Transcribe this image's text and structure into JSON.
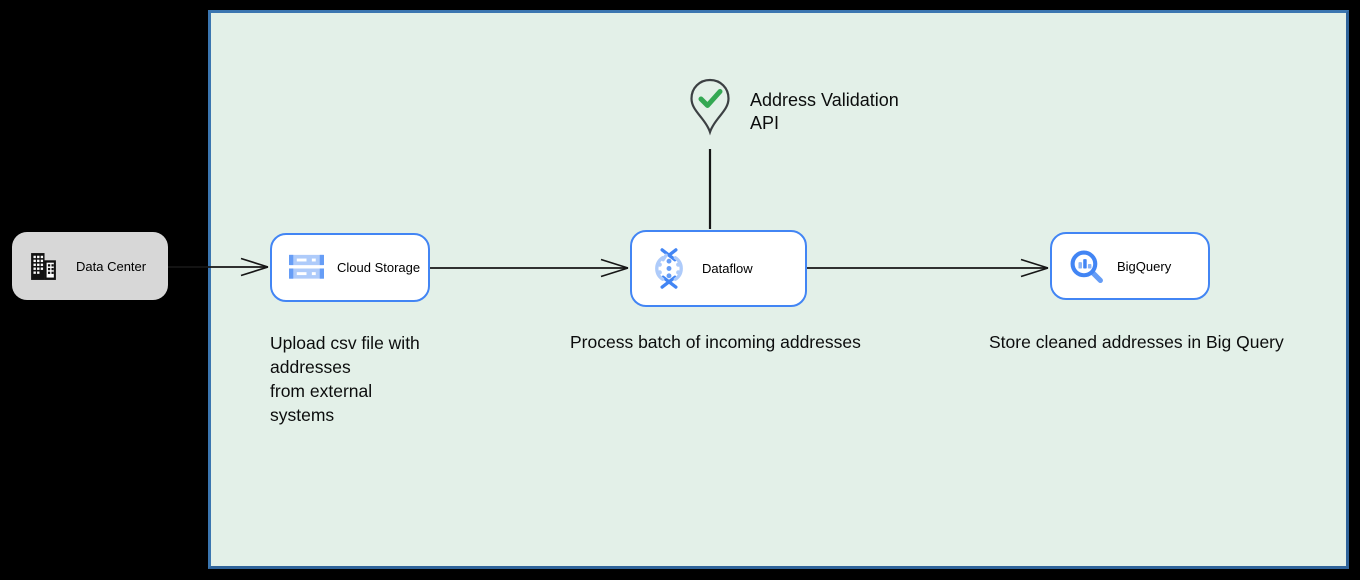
{
  "diagram": {
    "nodes": {
      "data_center": {
        "label": "Data Center"
      },
      "cloud_storage": {
        "label": "Cloud Storage"
      },
      "dataflow": {
        "label": "Dataflow"
      },
      "bigquery": {
        "label": "BigQuery"
      }
    },
    "annotations": {
      "address_validation_api": "Address Validation\nAPI",
      "upload_caption": "Upload csv file with\naddresses\nfrom external\nsystems",
      "process_caption": "Process batch of incoming addresses",
      "store_caption": "Store cleaned addresses in Big Query"
    },
    "icons": {
      "data_center": "building-icon",
      "cloud_storage": "cloud-storage-icon",
      "dataflow": "dataflow-icon",
      "bigquery": "bigquery-icon",
      "address_validation": "map-pin-check-icon"
    },
    "colors": {
      "page_bg": "#000000",
      "board_bg": "#e3f0e8",
      "board_border": "#3b76b0",
      "node_border": "#4285f4",
      "node_bg": "#ffffff",
      "gray_node_bg": "#d7d7d7",
      "icon_blue_dark": "#4285f4",
      "icon_blue_mid": "#669df6",
      "icon_blue_light": "#aecbfa",
      "check_green": "#34a853",
      "pin_outline": "#3c4043",
      "arrow": "#161616",
      "text": "#0c0d0d"
    }
  }
}
